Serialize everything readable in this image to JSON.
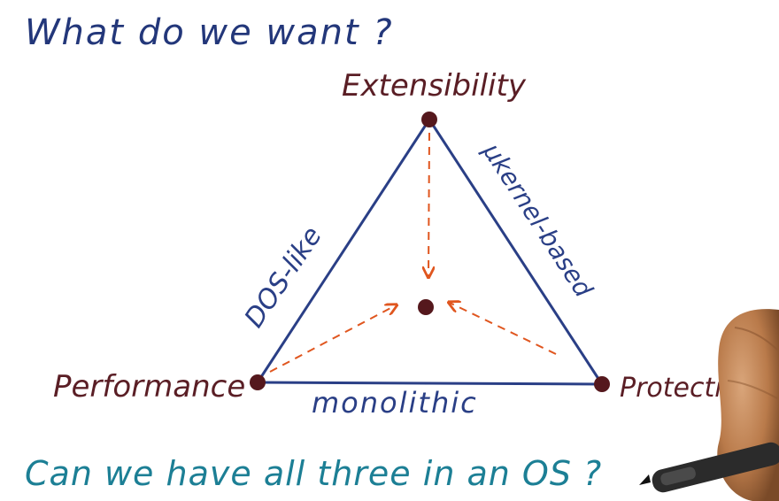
{
  "title": "What do we want ?",
  "question": "Can we have all three in an OS ?",
  "vertices": {
    "top": "Extensibility",
    "left": "Performance",
    "right": "Protection"
  },
  "edges": {
    "left": "DOS-like",
    "right": "μkernel-based",
    "bottom": "monolithic"
  },
  "colors": {
    "title_ink": "#23377a",
    "question_ink": "#1c7f95",
    "label_ink": "#5a1e25",
    "triangle_line": "#2a3f86",
    "dot": "#55181d",
    "arrows": "#e0561f",
    "hand_skin": "#b97a4a",
    "pen": "#2b2b2b"
  }
}
